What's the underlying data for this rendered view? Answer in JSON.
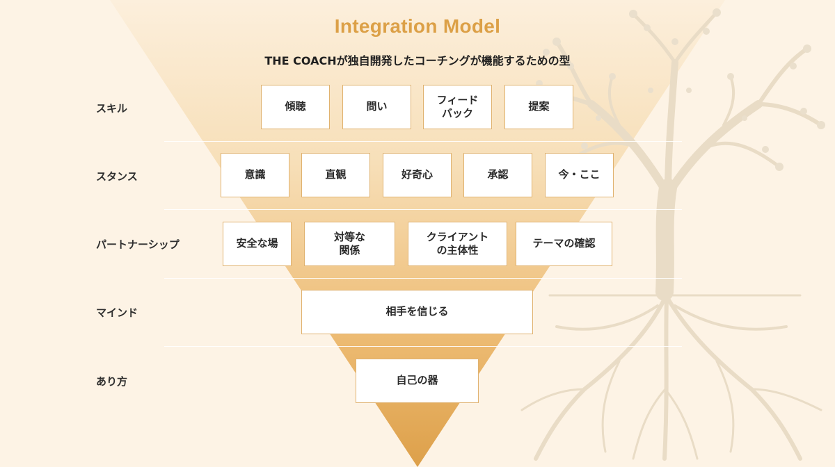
{
  "header": {
    "title": "Integration Model",
    "subtitle": "THE COACHが独自開発したコーチングが機能するための型"
  },
  "rows": [
    {
      "label": "スキル",
      "items": [
        "傾聴",
        "問い",
        "フィード\nバック",
        "提案"
      ]
    },
    {
      "label": "スタンス",
      "items": [
        "意識",
        "直観",
        "好奇心",
        "承認",
        "今・ここ"
      ]
    },
    {
      "label": "パートナーシップ",
      "items": [
        "安全な場",
        "対等な\n関係",
        "クライアント\nの主体性",
        "テーマの確認"
      ]
    },
    {
      "label": "マインド",
      "items": [
        "相手を信じる"
      ]
    },
    {
      "label": "あり方",
      "items": [
        "自己の器"
      ]
    }
  ],
  "colors": {
    "accent": "#dca047",
    "background": "#fdf3e5",
    "box_border": "#e0b26f",
    "tree": "#e9dcc6"
  },
  "icons": {
    "background_illustration": "tree-icon"
  }
}
